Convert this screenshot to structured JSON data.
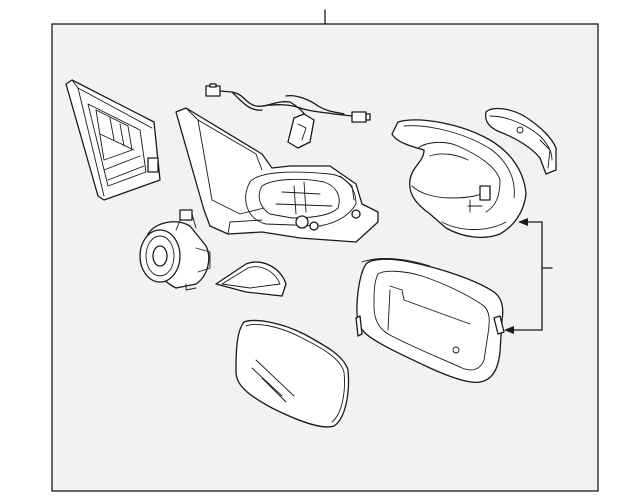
{
  "diagram": {
    "panel_background": "#f2f2f2",
    "line_color": "#1a1a1a",
    "page_background": "#ffffff",
    "parts": [
      "mirror-base-cover",
      "mirror-housing-frame",
      "wiring-harness",
      "power-motor",
      "trim-piece",
      "mirror-glass",
      "mirror-cover-cap",
      "turn-signal-lamp",
      "mirror-bezel-frame"
    ]
  }
}
